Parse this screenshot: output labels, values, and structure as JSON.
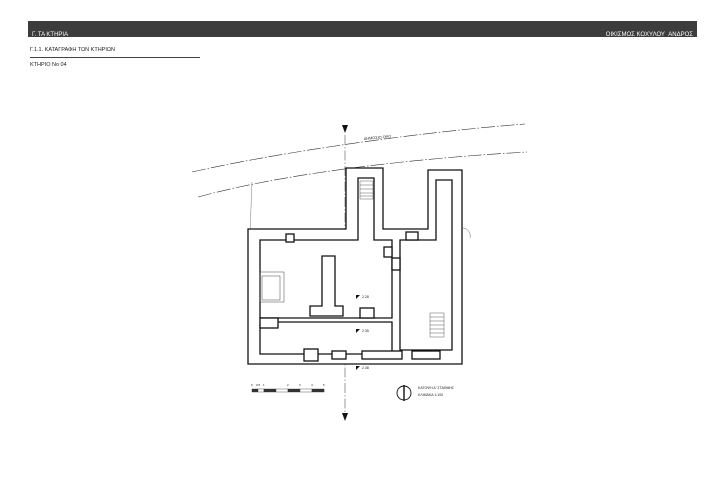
{
  "header": {
    "section_title": "Γ. ΤΑ ΚΤΗΡΙΑ",
    "settlement": "ΟΙΚΙΣΜΟΣ ΚΟΧΥΛΟΥ_ΑΝΔΡΟΣ"
  },
  "subheader": {
    "chapter": "Γ.1.1. ΚΑΤΑΓΡΑΦΗ ΤΩΝ ΚΤΗΡΙΩΝ",
    "building": "ΚΤΗΡΙΟ Νο 04"
  },
  "plan": {
    "road_label": "ΔΗΜΟΣΙΟ ΟΡΟ",
    "levels": [
      "2.28",
      "2.35",
      "2.38"
    ],
    "scale_ticks": [
      "0",
      "0.5",
      "1",
      "2",
      "3",
      "4",
      "5"
    ],
    "legend_line1": "ΚΑΤΟΨΗ Α' ΣΤΑΘΜΗΣ",
    "legend_line2": "ΚΛΙΜΑΚΑ 1:100"
  }
}
